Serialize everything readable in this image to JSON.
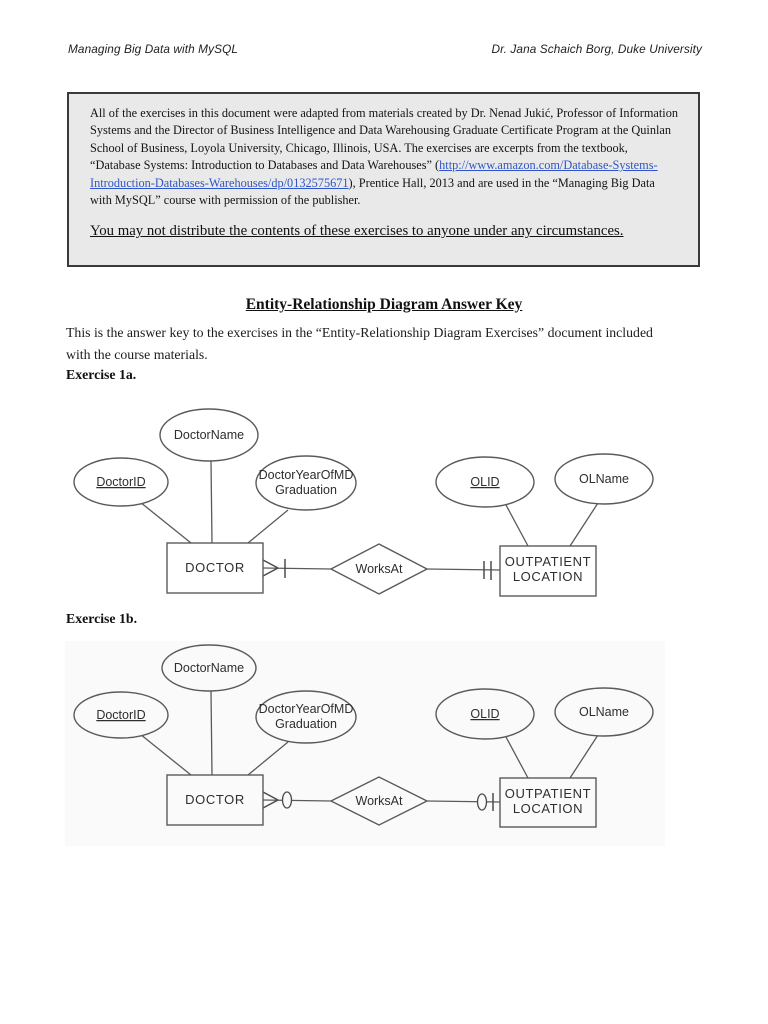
{
  "document": {
    "header": {
      "course": "Managing Big Data with MySQL",
      "author": "Dr. Jana Schaich Borg, Duke University"
    },
    "disclaimer": {
      "body_before_link": "All of the exercises in this document were adapted from materials created by Dr. Nenad Jukić, Professor of Information Systems and the Director of Business Intelligence and Data Warehousing Graduate Certificate Program at the Quinlan School of Business, Loyola University, Chicago, Illinois, USA.  The exercises are excerpts from the textbook, “Database Systems: Introduction to Databases and Data Warehouses” (",
      "link_text": "http://www.amazon.com/Database-Systems-Introduction-Databases-Warehouses/dp/0132575671",
      "body_after_link": "), Prentice Hall, 2013 and are used in the “Managing Big Data with MySQL” course with permission of the publisher.",
      "notice": "You may not distribute the contents of these exercises to anyone under any circumstances."
    },
    "title": "Entity-Relationship Diagram Answer Key",
    "intro": "This is the answer key to the exercises in the “Entity-Relationship Diagram Exercises” document included with the course materials.",
    "exercise_1a_label": "Exercise 1a.",
    "exercise_1b_label": "Exercise 1b."
  },
  "diagram": {
    "labels": {
      "doctor_id": "DoctorID",
      "doctor_name": "DoctorName",
      "doctor_year_line1": "DoctorYearOfMD",
      "doctor_year_line2": "Graduation",
      "doctor_entity": "DOCTOR",
      "relationship": "WorksAt",
      "outpatient_line1": "OUTPATIENT",
      "outpatient_line2": "LOCATION",
      "olid": "OLID",
      "olname": "OLName"
    },
    "notation": {
      "exercise_1a_doctor_side": "crow's foot + one tick",
      "exercise_1a_location_side": "double tick",
      "exercise_1b_doctor_side": "crow's foot + circle",
      "exercise_1b_location_side": "circle + one tick"
    }
  },
  "colors": {
    "page_bg": "#ffffff",
    "box_bg": "#e9e9e9",
    "box_border": "#3a3a3a",
    "link": "#2f55c8",
    "diagram_line": "#5a5a5a",
    "text": "#1a1a1a"
  }
}
